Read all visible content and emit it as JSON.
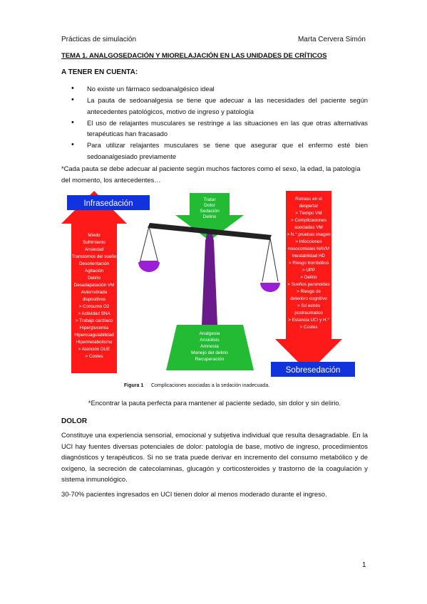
{
  "header": {
    "left": "Prácticas de simulación",
    "right": "Marta Cervera Simón"
  },
  "title": "TEMA 1. ANALGOSEDACIÓN Y MIORELAJACIÓN EN LAS UNIDADES DE CRÍTICOS",
  "subtitle": "A TENER EN CUENTA:",
  "bullets": [
    "No existe un fármaco sedoanalgésico ideal",
    "La pauta de sedoanalgesia se tiene que adecuar a las necesidades del paciente según antecedentes patológicos, motivo de ingreso y patología",
    "El uso de relajantes musculares se restringe a las situaciones en las que otras alternativas terapéuticas han fracasado",
    "Para utilizar relajantes musculares se tiene que asegurar que el enfermo esté bien sedoanalgesiado previamente"
  ],
  "note1": "*Cada pauta se debe adecuar al paciente según muchos factores como el sexo, la edad, la patología del momento, los antecedentes…",
  "figure": {
    "left_title": "Infrasedación",
    "right_title": "Sobresedación",
    "top_arrow": [
      "Tratar",
      "Dolor",
      "Sedación",
      "Delirio"
    ],
    "left_items": [
      "Miedo",
      "Sufrimiento",
      "Ansiedad",
      "Transtornos del sueño",
      "Desorientación",
      "Agitación",
      "Delirio",
      "Desadapatación VM",
      "Autorretirada",
      "dispositivos",
      "> Consumo O2",
      "> Actividad SNA",
      "> Trabajo cardíaco",
      "Hiperglucemia",
      "Hipercoagulabilidad",
      "Hipermetabolismo",
      "> Atención DUE",
      "> Costes"
    ],
    "right_items": [
      "Retraso en el",
      "despertar",
      "> Tiempo VM",
      "> Complicaciones",
      "asociadas VM",
      "> N.° pruebas imagen",
      "> Infecciones",
      "nosocomiales NAVM",
      "Inestabilidad HD",
      "> Riesgo trombótico",
      "> UPP",
      "> Delirio",
      "> Sueños paranoides",
      "> Riesgo de",
      "deterioro cognitivo",
      "> Sd estrés",
      "postraumatico",
      "> Estancia UCI y H.°",
      "> Costes"
    ],
    "base_items": [
      "Analgesia",
      "Ansiolisis",
      "Amnesia",
      "Manejo del delirio",
      "Recuperación"
    ],
    "caption_label": "Figura 1",
    "caption_text": "Complicaciones asociadas a la sedación inadecuada.",
    "colors": {
      "red": "#ff1a1a",
      "green": "#22bb33",
      "blue": "#1133dd",
      "purple": "#6a1a8a",
      "bowl": "#9b1fd6"
    }
  },
  "note2": "*Encontrar la pauta perfecta para mantener al paciente sedado, sin dolor y sin delirio.",
  "section_title": "DOLOR",
  "paragraph1": "Constituye una experiencia sensorial, emocional y subjetiva individual que resulta desagradable. En la UCI hay fuentes diversas potenciales de dolor: patología de base, motivo de ingreso, procedimientos diagnósticos y terapéuticos. Si no se trata puede derivar en incremento del consumo metabólico y de oxígeno, la secreción de catecolaminas, glucagón y corticosteroides y trastorno de la coagulación y sistema inmunológico.",
  "paragraph2": "30-70% pacientes ingresados en UCI tienen dolor al menos moderado durante el ingreso.",
  "page_number": "1"
}
